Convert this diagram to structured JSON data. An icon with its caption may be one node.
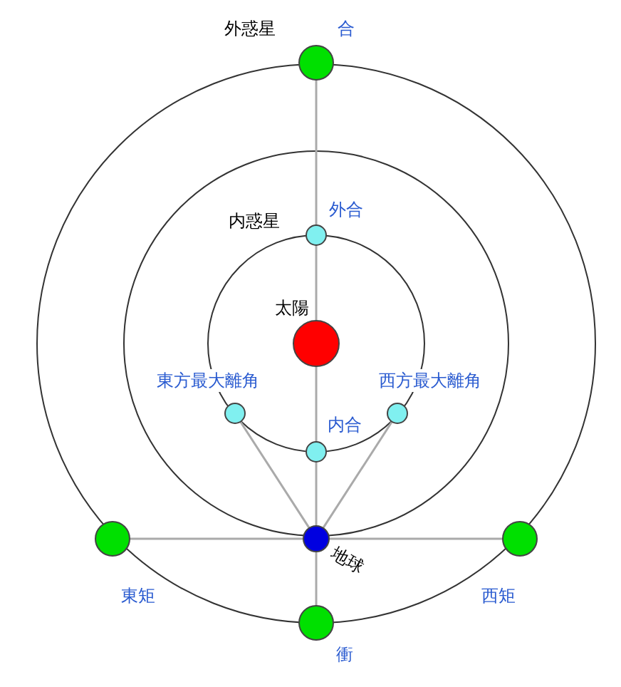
{
  "diagram": {
    "nodes": [
      {
        "text": [
          "合"
        ]
      },
      {
        "text": [
          "外合"
        ]
      },
      {
        "text": [
          "太陽"
        ]
      },
      {
        "text": [
          "東方最大離角"
        ]
      },
      {
        "text": [
          "西方最大離角"
        ]
      },
      {
        "text": [
          "内合"
        ]
      },
      {
        "text": [
          "東矩"
        ]
      },
      {
        "text": [
          "地球"
        ]
      },
      {
        "text": [
          "西矩"
        ]
      },
      {
        "text": [
          "衝"
        ]
      }
    ],
    "edges": [
      {
        "from": 0,
        "to": 1,
        "arrow": "none"
      },
      {
        "from": 1,
        "to": 2,
        "arrow": "none"
      },
      {
        "from": 2,
        "to": 5,
        "arrow": "none"
      },
      {
        "from": 5,
        "to": 7,
        "arrow": "none"
      },
      {
        "from": 3,
        "to": 7,
        "arrow": "none"
      },
      {
        "from": 4,
        "to": 7,
        "arrow": "none"
      },
      {
        "from": 6,
        "to": 7,
        "arrow": "none"
      },
      {
        "from": 7,
        "to": 8,
        "arrow": "none"
      },
      {
        "from": 7,
        "to": 9,
        "arrow": "none"
      }
    ],
    "labels": [
      "外惑星",
      "内惑星"
    ]
  }
}
